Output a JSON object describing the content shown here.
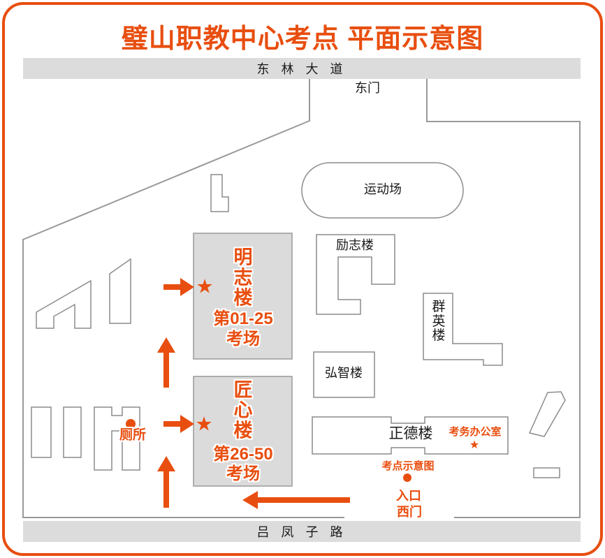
{
  "accent_color": "#E84E0F",
  "title": "璧山职教中心考点 平面示意图",
  "roads": {
    "top": "东 林 大 道",
    "bottom": "吕 凤 子 路"
  },
  "gates": {
    "east": "东门",
    "entrance": "入口",
    "west": "西门"
  },
  "buildings": {
    "sports_field": "运动场",
    "lizhi": "励志楼",
    "qunying": "群英楼",
    "hongzhi": "弘智楼",
    "zhengde": "正德楼",
    "mingzhi": {
      "name": "明志楼",
      "rooms": "第01-25",
      "rooms2": "考场"
    },
    "jiangxin": {
      "name": "匠心楼",
      "rooms": "第26-50",
      "rooms2": "考场"
    },
    "exam_office": "考务办公室",
    "toilet": "厕所"
  },
  "markers": {
    "site_label": "考点示意图",
    "star": "★"
  }
}
